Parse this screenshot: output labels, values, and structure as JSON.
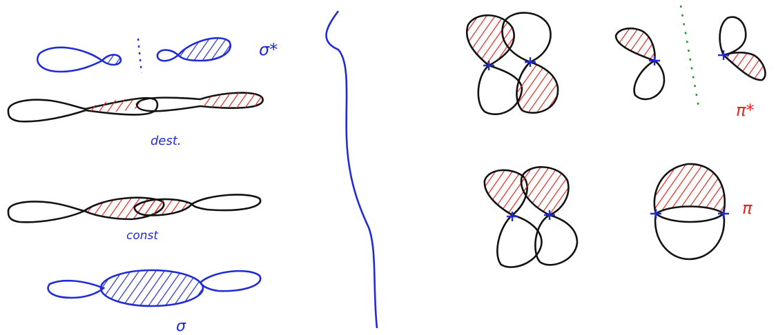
{
  "colors": {
    "blue": "#1f2bd6",
    "black": "#111111",
    "red": "#e8231a",
    "green": "#2a9a2a",
    "background": "#ffffff"
  },
  "labels": {
    "sigma_star": "σ*",
    "destructive": "dest.",
    "constructive": "const",
    "sigma": "σ",
    "pi_star": "π*",
    "pi": "π"
  }
}
